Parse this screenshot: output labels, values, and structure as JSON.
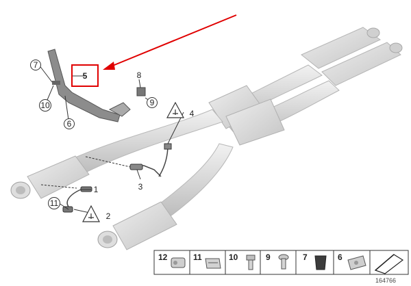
{
  "diagram": {
    "callouts": {
      "c1": "1",
      "c2": "2",
      "c3": "3",
      "c4": "4",
      "c5": "5",
      "c6": "6",
      "c7": "7",
      "c8": "8",
      "c9": "9",
      "c10": "10",
      "c11": "11"
    },
    "legend": {
      "p12": "12",
      "p11": "11",
      "p10": "10",
      "p9": "9",
      "p7": "7",
      "p6": "6"
    },
    "diagram_number": "164766",
    "colors": {
      "highlight": "#e00000",
      "part_fill": "#dcdcdc",
      "part_stroke": "#b9b9b9",
      "line": "#333333"
    },
    "icons": {
      "warning": "warning-plug-triangle-icon",
      "arrow": "red-pointer-arrow"
    }
  }
}
